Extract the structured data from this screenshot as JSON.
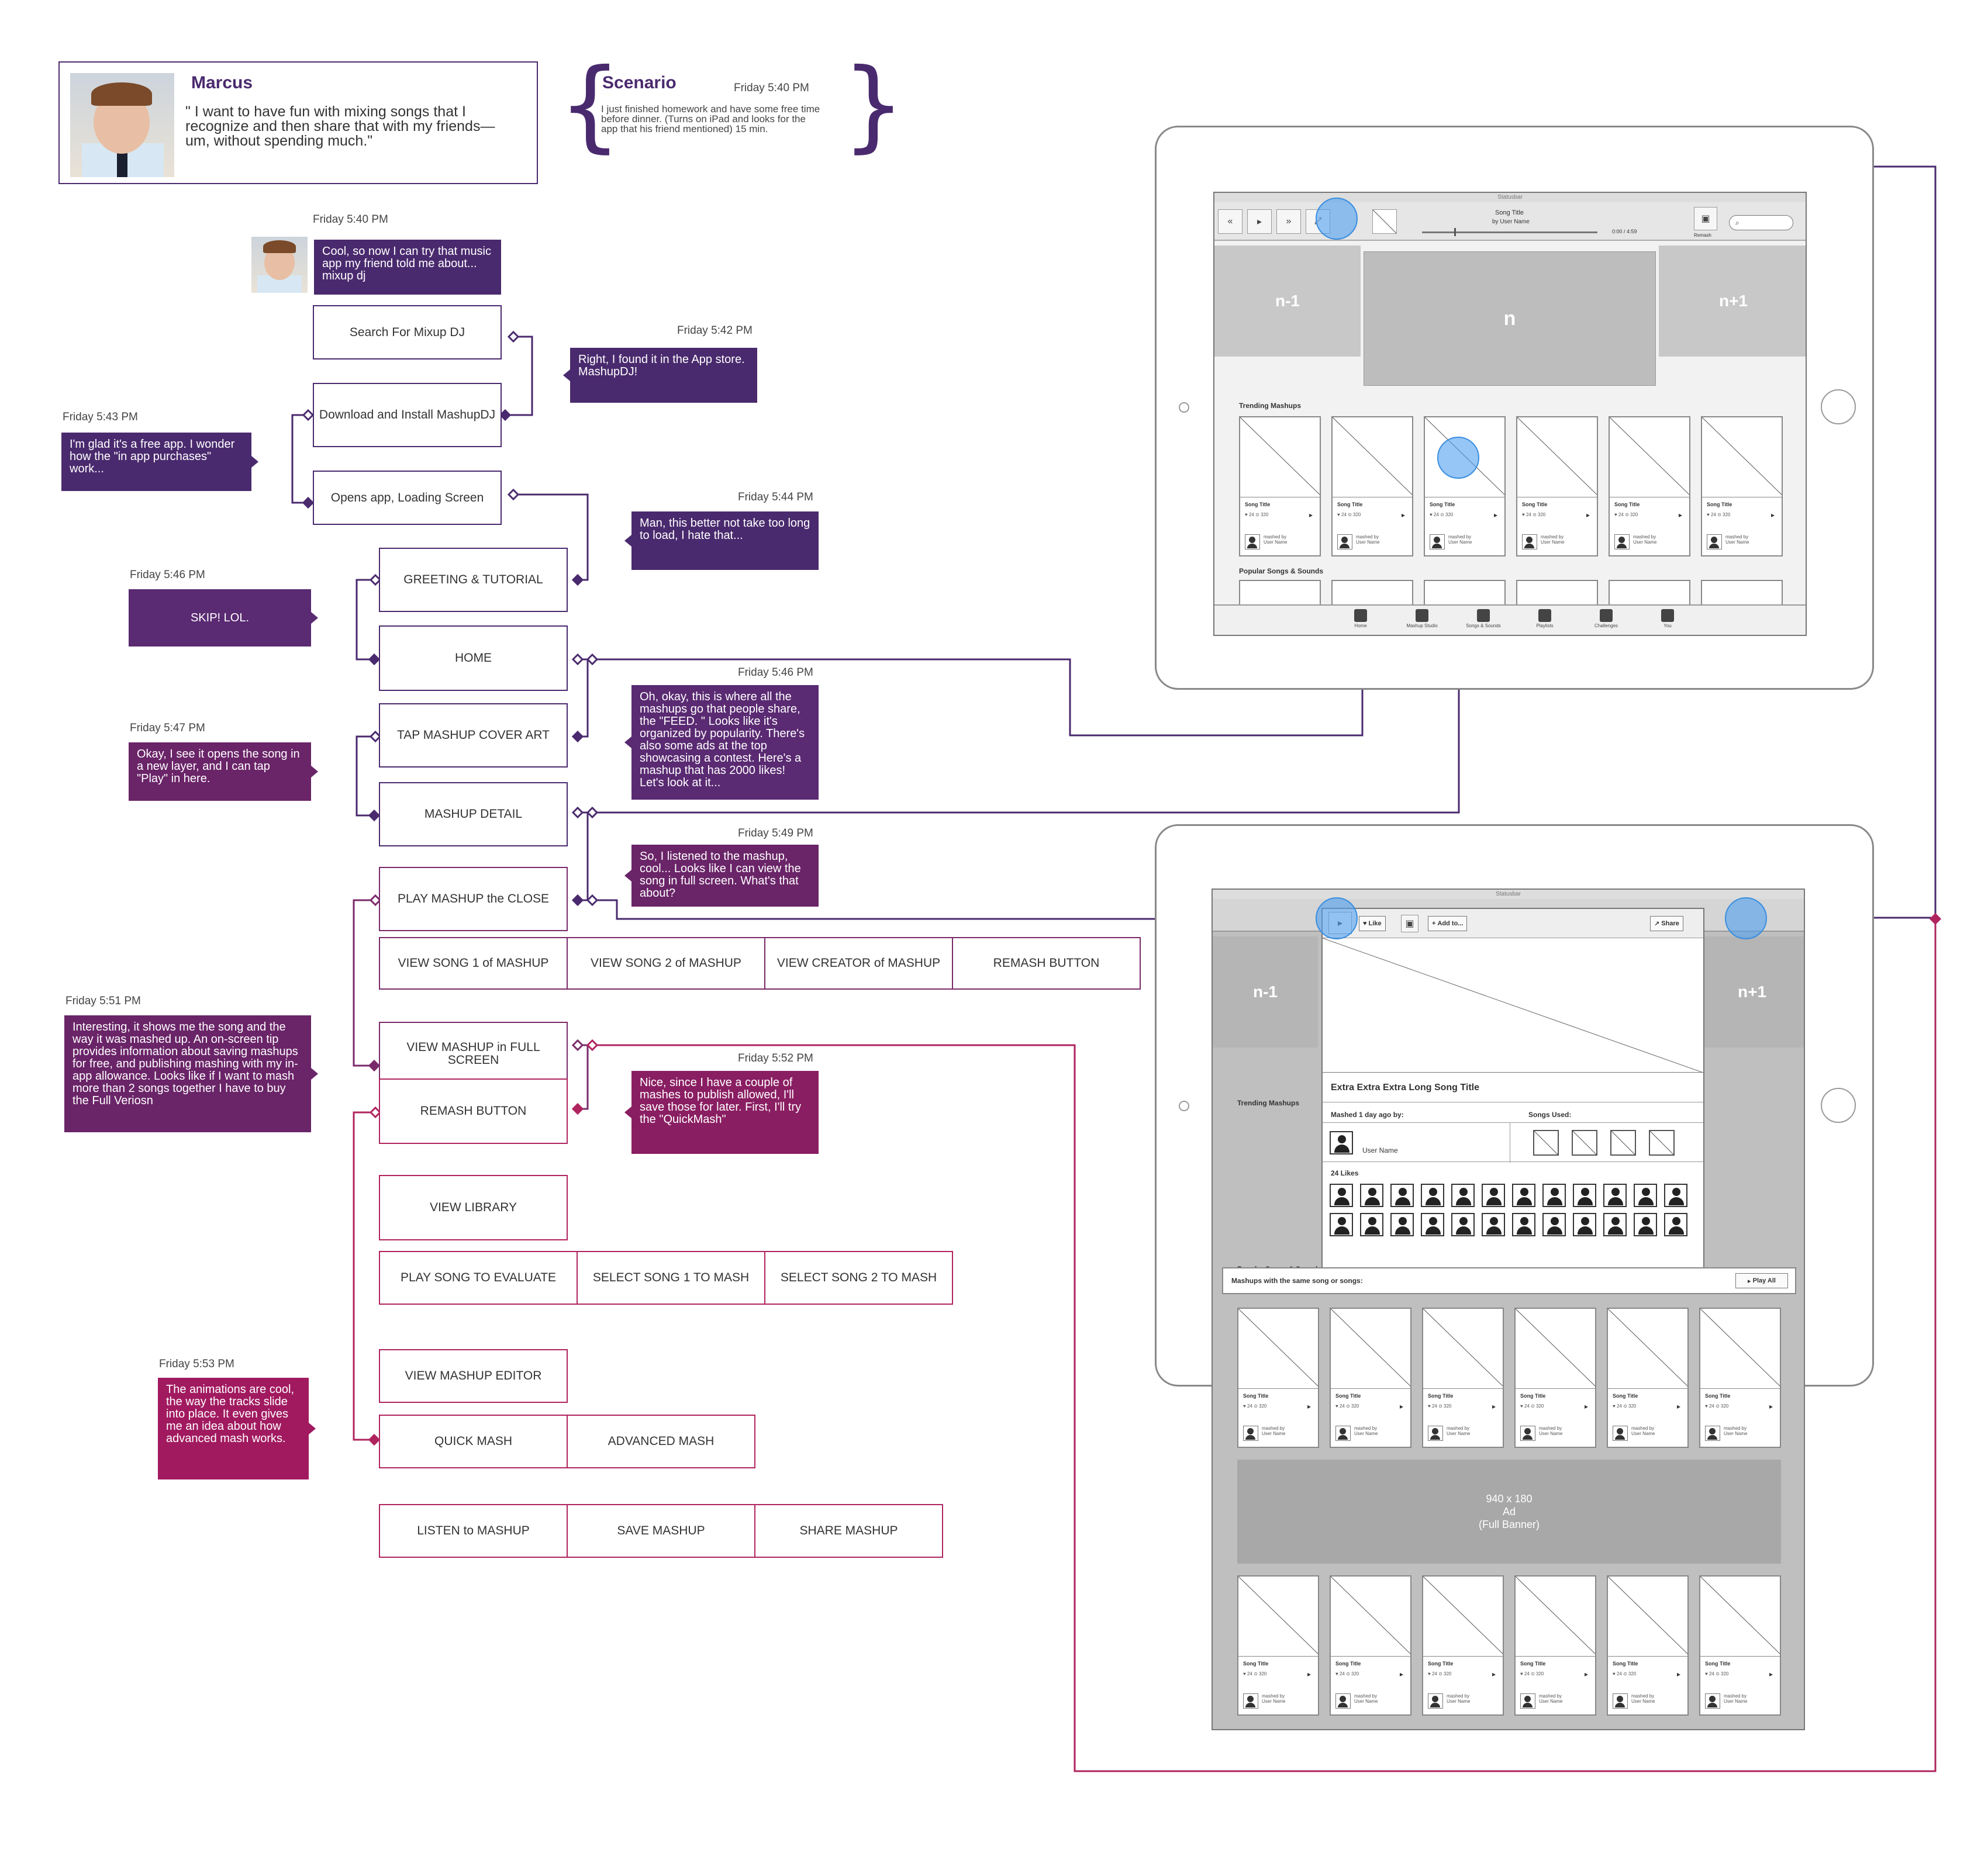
{
  "persona": {
    "name": "Marcus",
    "quote": "\" I want to have fun with mixing songs that I recognize and then share that with my friends—um, without spending much.\""
  },
  "scenario": {
    "title": "Scenario",
    "time": "Friday 5:40 PM",
    "text": "I just finished homework and have some free time before dinner. (Turns on iPad and looks for the app that his friend mentioned) 15 min."
  },
  "thoughts": [
    {
      "time": "Friday 5:40 PM",
      "text": "Cool, so now I can try that music app my friend told me about... mixup dj"
    },
    {
      "time": "Friday 5:42 PM",
      "text": "Right, I found it in the App store. MashupDJ!"
    },
    {
      "time": "Friday 5:43 PM",
      "text": "I'm glad it's a free app. I wonder how the \"in app purchases\" work..."
    },
    {
      "time": "Friday 5:44 PM",
      "text": "Man, this better not take too long to load, I hate that..."
    },
    {
      "time": "Friday 5:46 PM",
      "text": "SKIP! LOL."
    },
    {
      "time": "Friday 5:46 PM",
      "text": "Oh, okay, this is where all the mashups go that people share, the \"FEED. \" Looks like it's organized by popularity. There's also some ads at the top showcasing a contest. Here's a mashup that has 2000 likes! Let's look at it..."
    },
    {
      "time": "Friday 5:47 PM",
      "text": "Okay, I see it opens the song in a new layer, and I can tap \"Play\" in here."
    },
    {
      "time": "Friday 5:49 PM",
      "text": "So, I listened to the mashup, cool... Looks like I can view the song in full screen. What's that about?"
    },
    {
      "time": "Friday 5:51 PM",
      "text": "Interesting, it shows me the song and the way it was mashed up. An on-screen tip provides information about saving mashups for free, and publishing mashing with my in-app allowance. Looks like if I want to mash more than 2 songs together I have to buy the Full Veriosn"
    },
    {
      "time": "Friday 5:52 PM",
      "text": "Nice, since I have a couple of mashes to publish allowed, I'll save those for later. First, I'll try the \"QuickMash\""
    },
    {
      "time": "Friday 5:53 PM",
      "text": "The animations are cool, the way the tracks slide into place. It even gives me an idea about how advanced mash works."
    }
  ],
  "steps": {
    "search": "Search For Mixup DJ",
    "download": "Download and Install MashupDJ",
    "opens": "Opens app, Loading Screen",
    "greeting": "GREETING & TUTORIAL",
    "home": "HOME",
    "tap_cover": "TAP MASHUP COVER ART",
    "mashup_detail": "MASHUP DETAIL",
    "play_close": "PLAY MASHUP the CLOSE",
    "view_song1": "VIEW SONG 1 of MASHUP",
    "view_song2": "VIEW SONG 2 of MASHUP",
    "view_creator": "VIEW CREATOR of MASHUP",
    "remash_button_row": "REMASH BUTTON",
    "view_full": "VIEW MASHUP in FULL SCREEN",
    "remash_button": "REMASH BUTTON",
    "view_library": "VIEW LIBRARY",
    "play_evaluate": "PLAY SONG TO EVALUATE",
    "select_song1": "SELECT SONG 1 TO MASH",
    "select_song2": "SELECT SONG 2 TO MASH",
    "view_editor": "VIEW MASHUP EDITOR",
    "quick_mash": "QUICK MASH",
    "advanced_mash": "ADVANCED MASH",
    "listen": "LISTEN to MASHUP",
    "save": "SAVE MASHUP",
    "share": "SHARE MASHUP"
  },
  "wireframe": {
    "status_bar": "Statusbar",
    "song_title": "Song Title",
    "by_user": "by User Name",
    "time_readout": "0:00 / 4:59",
    "remash_label": "Remash",
    "prev": "n-1",
    "current": "n",
    "next": "n+1",
    "trending": "Trending Mashups",
    "popular": "Popular Songs & Sounds",
    "card_title": "Song Title",
    "card_stats": "♥ 24  ⊙ 320",
    "card_mashed": "mashed by",
    "card_user": "User Name",
    "tabs": [
      "Home",
      "Mashup Studio",
      "Songs & Sounds",
      "Playlists",
      "Challenges",
      "You"
    ],
    "like": "Like",
    "add_to": "Add to...",
    "share": "Share",
    "detail_title": "Extra Extra Extra Long Song Title",
    "mashed_ago": "Mashed 1 day ago by:",
    "songs_used": "Songs  Used:",
    "user_name": "User Name",
    "likes": "24 Likes",
    "same_song": "Mashups with the same song or songs:",
    "play_all": "Play All",
    "ad_size": "940 x 180",
    "ad_label": "Ad",
    "ad_type": "(Full Banner)"
  },
  "colors": {
    "purple": "#4a2a6e",
    "plum": "#6a2468",
    "magenta": "#b0245e",
    "hotspot": "#50a0f0"
  }
}
